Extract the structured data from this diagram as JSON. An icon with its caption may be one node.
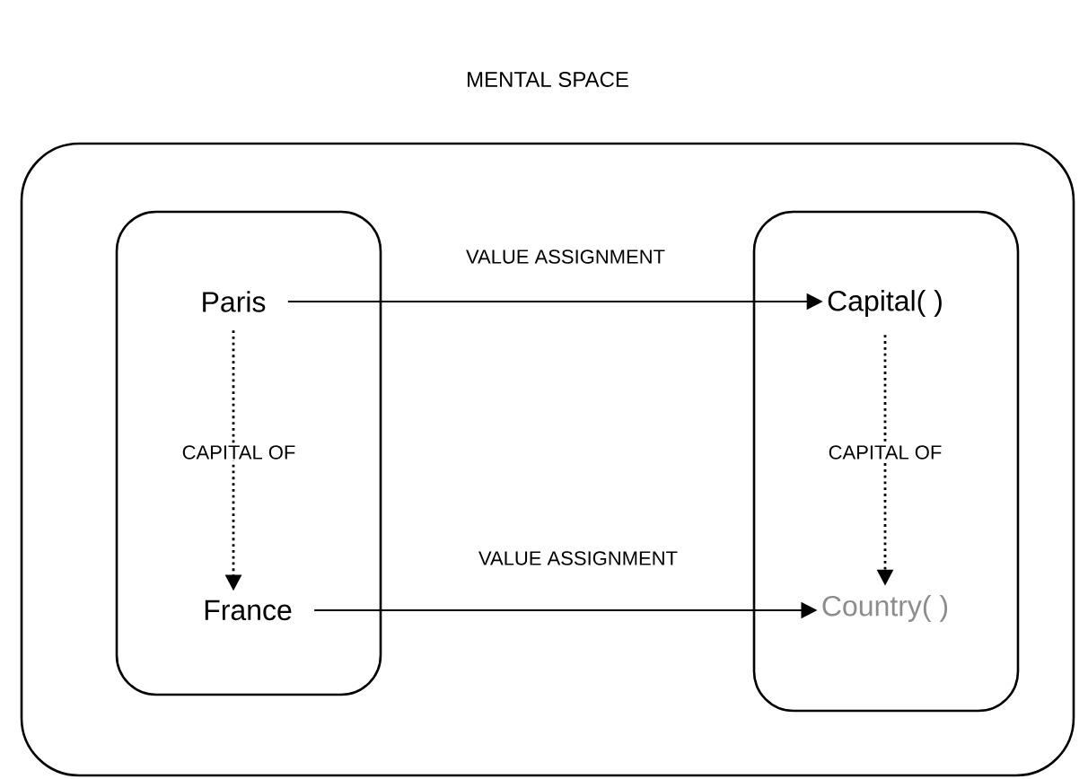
{
  "diagram": {
    "nodes": [
      {
        "text": [
          "MENTAL SPACE"
        ]
      },
      {
        "text": [],
        "shape": "box",
        "in": 0
      },
      {
        "text": [
          "Paris"
        ],
        "in": 1
      },
      {
        "text": [
          "France"
        ],
        "in": 1
      },
      {
        "text": [],
        "shape": "box",
        "in": 0
      },
      {
        "text": [
          "Capital( )"
        ],
        "in": 4
      },
      {
        "text": [
          "Country( )"
        ],
        "in": 4
      }
    ],
    "edges": [
      {
        "from": 2,
        "to": 5,
        "arrow": "to",
        "label": "VALUE ASSIGNMENT"
      },
      {
        "from": 2,
        "to": 3,
        "arrow": "to",
        "label": "CAPITAL OF",
        "style": "dashed"
      },
      {
        "from": 5,
        "to": 6,
        "arrow": "to",
        "label": "CAPITAL OF",
        "style": "dashed"
      },
      {
        "from": 3,
        "to": 6,
        "arrow": "to",
        "label": "VALUE ASSIGNMENT"
      }
    ]
  }
}
